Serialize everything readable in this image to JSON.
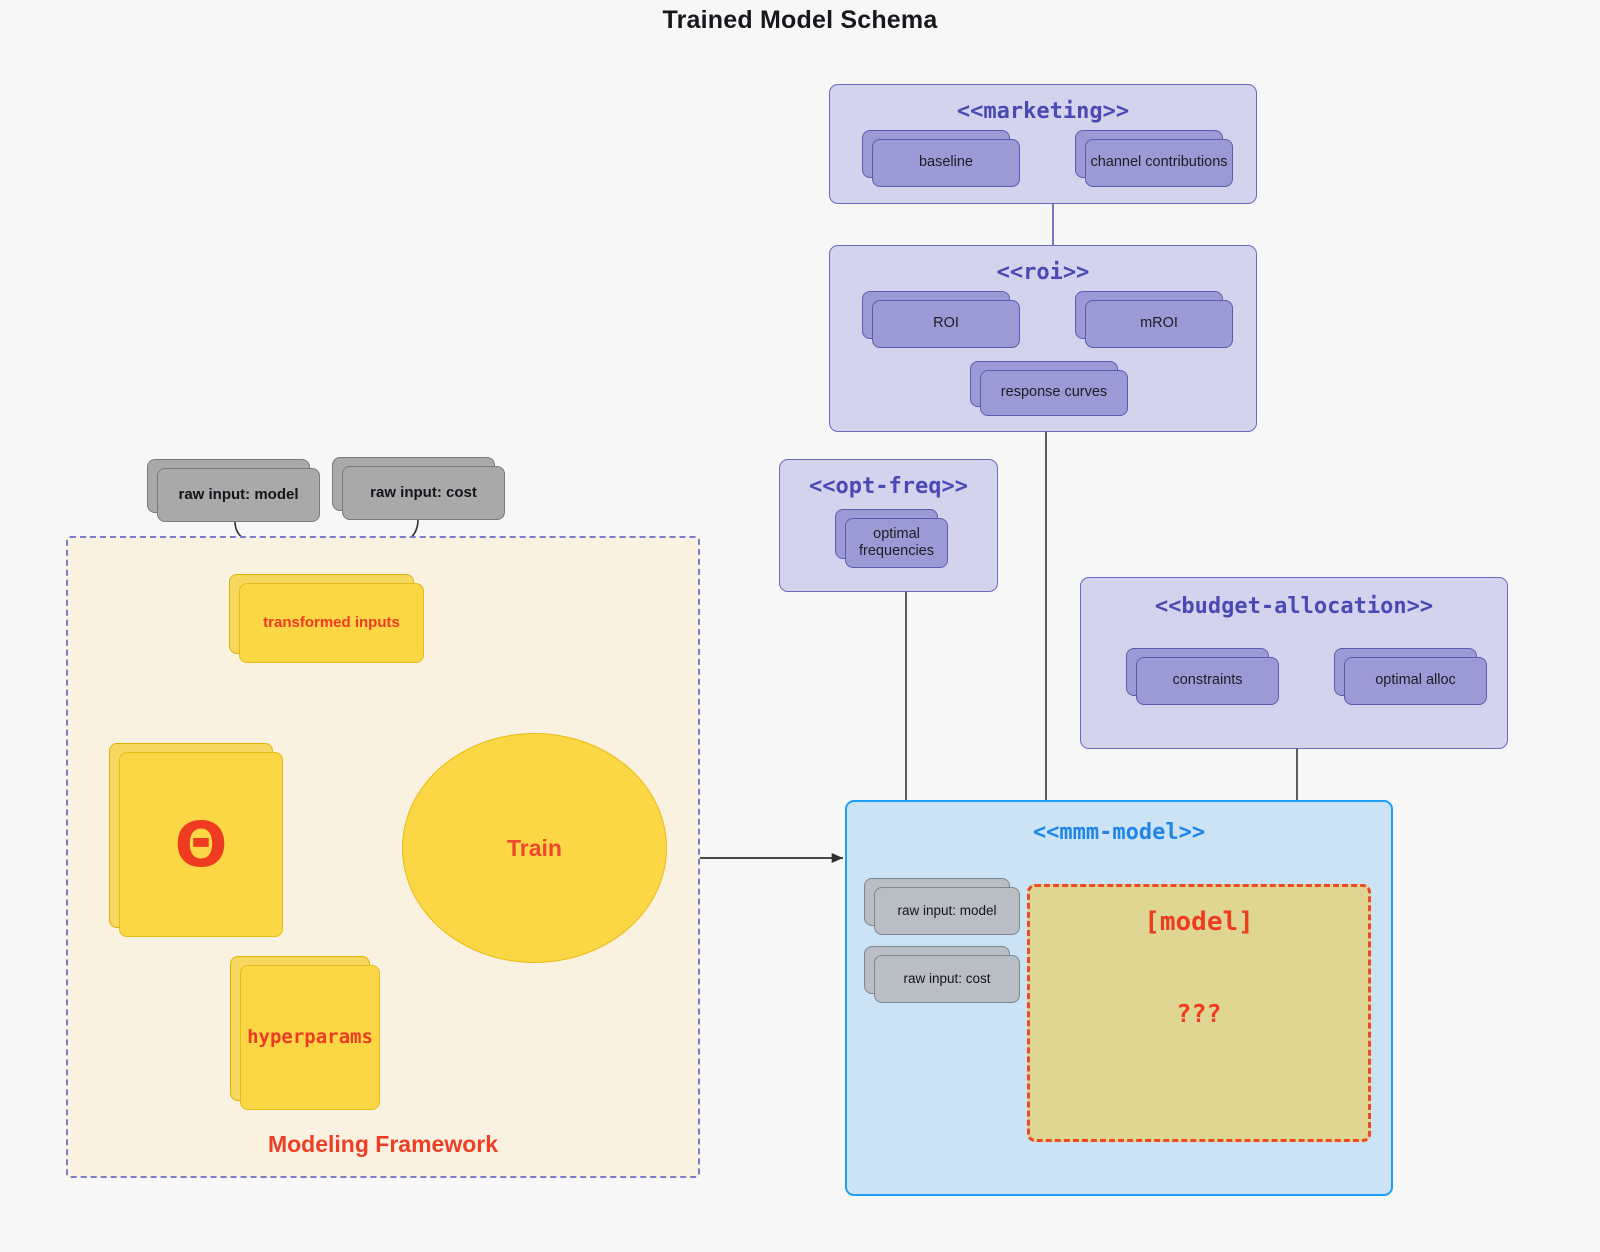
{
  "title": "Trained Model Schema",
  "colors": {
    "background": "#f7f7f7",
    "package_purple_fill": "#d3d3ee",
    "package_purple_border": "#6a6ac0",
    "package_purple_title": "#4a4ab5",
    "node_purple_fill": "#9a9ad6",
    "node_purple_border": "#5c5cae",
    "package_blue_fill": "#cce2f5",
    "package_blue_border": "#1f9ef5",
    "package_blue_title": "#1f86e8",
    "node_gray_fill": "#a9a9a9",
    "node_gray_border": "#7a7a7a",
    "framework_fill": "#faf2e0",
    "framework_border": "#7b7bd0",
    "node_yellow_fill": "#fbd745",
    "node_yellow_border": "#e8bc16",
    "accent_red": "#ee3b22",
    "model_block_fill": "#dfd694",
    "model_block_border": "#ef4a27",
    "connector_gray": "#4a4a4a",
    "connector_purple": "#6a6ac0"
  },
  "packages": {
    "marketing": {
      "title": "<<marketing>>",
      "nodes": [
        {
          "label": "baseline"
        },
        {
          "label": "channel contributions"
        }
      ],
      "relation": "bidirectional"
    },
    "roi": {
      "title": "<<roi>>",
      "nodes": [
        {
          "label": "ROI"
        },
        {
          "label": "mROI"
        },
        {
          "label": "response curves"
        }
      ],
      "relation": "bidirectional"
    },
    "opt_freq": {
      "title": "<<opt-freq>>",
      "nodes": [
        {
          "label": "optimal\nfrequencies",
          "line1": "optimal",
          "line2": "frequencies"
        }
      ]
    },
    "budget_allocation": {
      "title": "<<budget-allocation>>",
      "nodes": [
        {
          "label": "constraints"
        },
        {
          "label": "optimal alloc"
        }
      ],
      "relation": "bidirectional"
    },
    "mmm_model": {
      "title": "<<mmm-model>>",
      "inputs": [
        {
          "label": "raw input: model"
        },
        {
          "label": "raw input: cost"
        }
      ],
      "model_block": {
        "label": "[model]",
        "unknown": "???"
      }
    }
  },
  "framework": {
    "label": "Modeling Framework",
    "raw_inputs": [
      {
        "label": "raw input: model"
      },
      {
        "label": "raw input: cost"
      }
    ],
    "transformed": {
      "label": "transformed inputs"
    },
    "theta": {
      "glyph": "Θ"
    },
    "hyperparams": {
      "label": "hyperparams"
    },
    "train": {
      "label": "Train"
    }
  }
}
